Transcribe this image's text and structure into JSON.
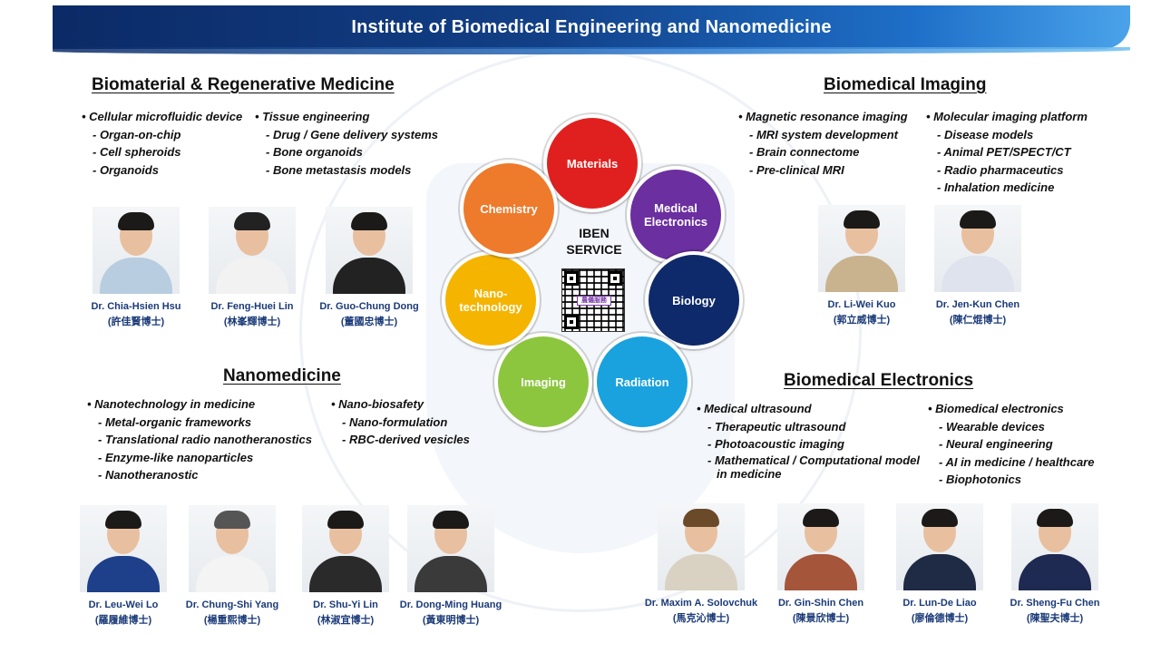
{
  "banner": {
    "title": "Institute of Biomedical Engineering and Nanomedicine"
  },
  "sections": {
    "biomaterial": {
      "title": "Biomaterial & Regenerative Medicine",
      "col1": [
        "• Cellular microfluidic device",
        "- Organ-on-chip",
        "- Cell spheroids",
        "- Organoids"
      ],
      "col2": [
        "• Tissue engineering",
        "- Drug / Gene delivery systems",
        "- Bone organoids",
        "- Bone metastasis models"
      ],
      "people": [
        {
          "name": "Dr. Chia-Hsien Hsu",
          "cn": "(許佳賢博士)"
        },
        {
          "name": "Dr. Feng-Huei Lin",
          "cn": "(林峯輝博士)"
        },
        {
          "name": "Dr. Guo-Chung Dong",
          "cn": "(董國忠博士)"
        }
      ]
    },
    "imaging": {
      "title": "Biomedical Imaging",
      "col1": [
        "• Magnetic resonance imaging",
        "- MRI system development",
        "- Brain connectome",
        "- Pre-clinical MRI"
      ],
      "col2": [
        "• Molecular imaging platform",
        "- Disease models",
        "- Animal PET/SPECT/CT",
        "- Radio pharmaceutics",
        "- Inhalation medicine"
      ],
      "people": [
        {
          "name": "Dr. Li-Wei Kuo",
          "cn": "(郭立威博士)"
        },
        {
          "name": "Dr. Jen-Kun Chen",
          "cn": "(陳仁焜博士)"
        }
      ]
    },
    "nanomedicine": {
      "title": "Nanomedicine",
      "col1": [
        "•  Nanotechnology in medicine",
        "- Metal-organic frameworks",
        "- Translational radio nanotheranostics",
        "- Enzyme-like nanoparticles",
        "- Nanotheranostic"
      ],
      "col2": [
        "•  Nano-biosafety",
        "- Nano-formulation",
        "- RBC-derived vesicles"
      ],
      "people": [
        {
          "name": "Dr. Leu-Wei Lo",
          "cn": "(羅履維博士)"
        },
        {
          "name": "Dr. Chung-Shi Yang",
          "cn": "(楊重熙博士)"
        },
        {
          "name": "Dr. Shu-Yi Lin",
          "cn": "(林淑宜博士)"
        },
        {
          "name": "Dr. Dong-Ming Huang",
          "cn": "(黃東明博士)"
        }
      ]
    },
    "electronics": {
      "title": "Biomedical Electronics",
      "col1": [
        "•  Medical ultrasound",
        "- Therapeutic ultrasound",
        "- Photoacoustic imaging",
        "- Mathematical / Computational model",
        "  in medicine"
      ],
      "col2": [
        "•  Biomedical electronics",
        "- Wearable devices",
        "- Neural engineering",
        "- AI in medicine / healthcare",
        "- Biophotonics"
      ],
      "people": [
        {
          "name": "Dr. Maxim A. Solovchuk",
          "cn": "(馬克沁博士)"
        },
        {
          "name": "Dr. Gin-Shin Chen",
          "cn": "(陳景欣博士)"
        },
        {
          "name": "Dr. Lun-De Liao",
          "cn": "(廖倫德博士)"
        },
        {
          "name": "Dr. Sheng-Fu Chen",
          "cn": "(陳聖夫博士)"
        }
      ]
    }
  },
  "center": {
    "service_line1": "IBEN",
    "service_line2": "SERVICE",
    "qr_label": "農儀服務",
    "circles": [
      {
        "label": "Materials",
        "color": "#e0201f"
      },
      {
        "label": "Medical Electronics",
        "color": "#6b2fa0"
      },
      {
        "label": "Biology",
        "color": "#0f2a6a"
      },
      {
        "label": "Radiation",
        "color": "#1aa2de"
      },
      {
        "label": "Imaging",
        "color": "#8cc63f"
      },
      {
        "label": "Nano-technology",
        "color": "#f5b400"
      },
      {
        "label": "Chemistry",
        "color": "#ee7a2c"
      }
    ]
  }
}
